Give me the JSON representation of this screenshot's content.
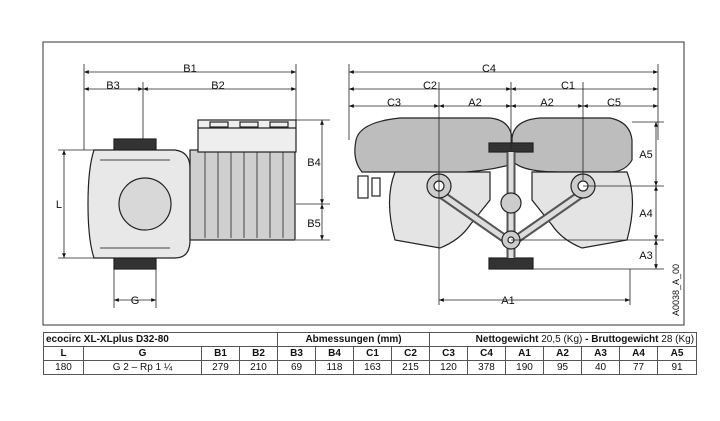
{
  "drawing": {
    "dims": {
      "B1": "B1",
      "B2": "B2",
      "B3": "B3",
      "B4": "B4",
      "B5": "B5",
      "L": "L",
      "G": "G",
      "C1": "C1",
      "C2": "C2",
      "C3": "C3",
      "C4": "C4",
      "C5": "C5",
      "A1": "A1",
      "A2": "A2",
      "A3": "A3",
      "A4": "A4",
      "A5": "A5"
    },
    "code": "A0038_A_00"
  },
  "table": {
    "model": "ecocirc XL-XLplus D32-80",
    "dimensions_title": "Abmessungen (mm)",
    "net_label": "Nettogewicht",
    "net_value": "20,5 (Kg)",
    "separator": "-",
    "gross_label": "Bruttogewicht",
    "gross_value": "28 (Kg)",
    "columns": [
      "L",
      "G",
      "B1",
      "B2",
      "B3",
      "B4",
      "C1",
      "C2",
      "C3",
      "C4",
      "A1",
      "A2",
      "A3",
      "A4",
      "A5"
    ],
    "values": [
      "180",
      "G 2 – Rp 1 ¼",
      "279",
      "210",
      "69",
      "118",
      "163",
      "215",
      "120",
      "378",
      "190",
      "95",
      "40",
      "77",
      "91"
    ]
  }
}
